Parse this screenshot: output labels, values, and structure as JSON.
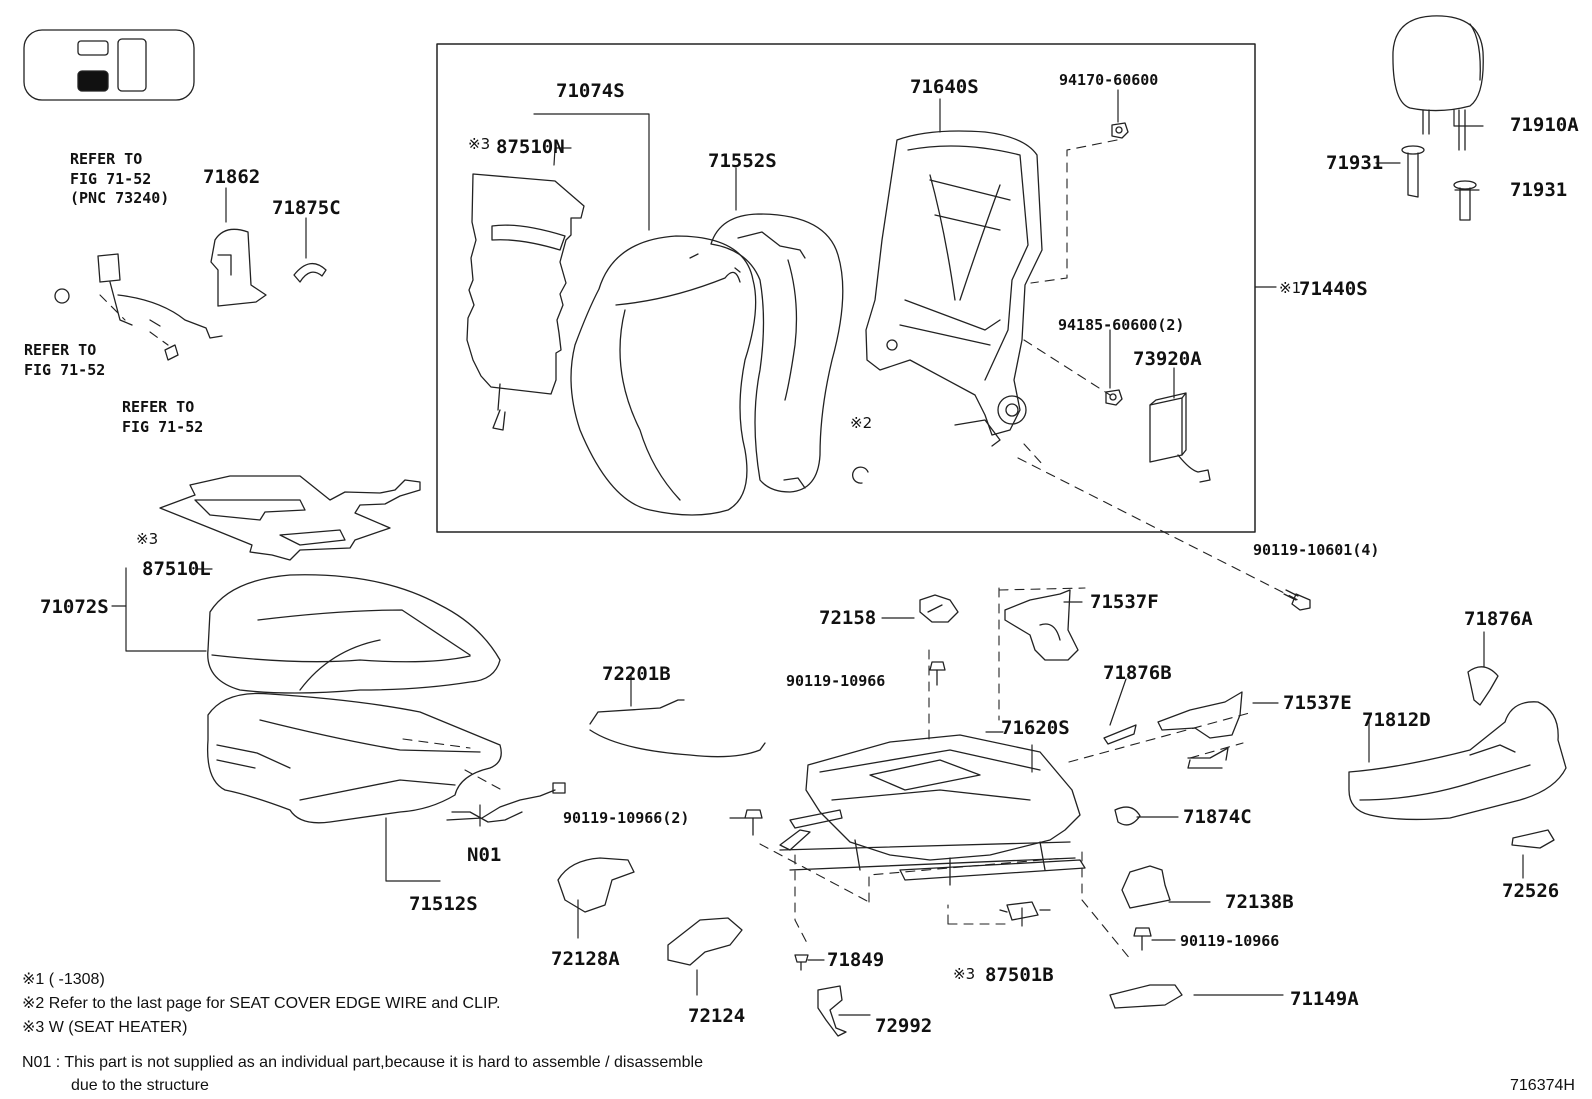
{
  "diagram": {
    "labels": {
      "p71074S": "71074S",
      "p87510N": "87510N",
      "p71552S": "71552S",
      "p71640S": "71640S",
      "p94170": "94170-60600",
      "p71440S": "71440S",
      "p94185": "94185-60600(2)",
      "p73920A": "73920A",
      "p90119_4": "90119-10601(4)",
      "p71910A": "71910A",
      "p71931a": "71931",
      "p71931b": "71931",
      "p71862": "71862",
      "p71875C": "71875C",
      "p87510L": "87510L",
      "p71072S": "71072S",
      "p71512S": "71512S",
      "pN01": "N01",
      "p72201B": "72201B",
      "p72158": "72158",
      "p90119_a": "90119-10966",
      "p71537F": "71537F",
      "p71876B": "71876B",
      "p71537E": "71537E",
      "p71620S": "71620S",
      "p90119_2": "90119-10966(2)",
      "p71874C": "71874C",
      "p72128A": "72128A",
      "p72124": "72124",
      "p71849": "71849",
      "p87501B": "87501B",
      "p72992": "72992",
      "p72138B": "72138B",
      "p90119_b": "90119-10966",
      "p71149A": "71149A",
      "p71876A": "71876A",
      "p71812D": "71812D",
      "p72526": "72526"
    },
    "marks": {
      "m87510N": "※3",
      "m71440S": "※1",
      "m_cover": "※2",
      "m87510L": "※3",
      "m87501B": "※3"
    },
    "refs": {
      "belt_top": [
        "REFER TO",
        "FIG 71-52",
        "(PNC 73240)"
      ],
      "belt_left": [
        "REFER TO",
        "FIG 71-52"
      ],
      "belt_bottom": [
        "REFER TO",
        "FIG 71-52"
      ]
    },
    "notes": {
      "note1": "※1 (      -1308)",
      "note2": "※2 Refer to the last page for SEAT COVER EDGE WIRE and CLIP.",
      "note3": "※3 W (SEAT HEATER)",
      "n01_line1": "N01 : This part is not supplied as an individual part,because it is hard to assemble / disassemble",
      "n01_line2": "due to the structure"
    },
    "figure_number": "716374H"
  }
}
